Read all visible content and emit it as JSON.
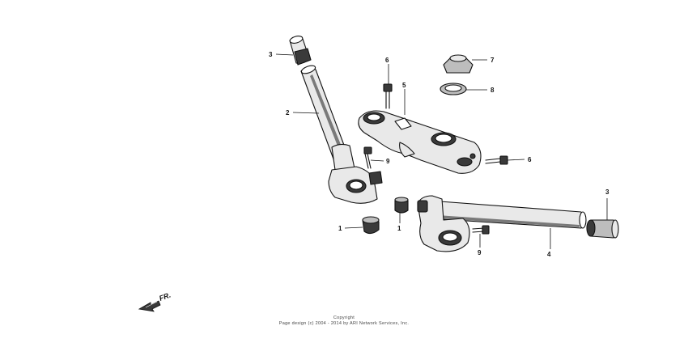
{
  "diagram": {
    "callouts": {
      "c1_left": "1",
      "c1_right": "1",
      "c2": "2",
      "c3_top": "3",
      "c3_right": "3",
      "c4": "4",
      "c5": "5",
      "c6_top": "6",
      "c6_right": "6",
      "c7": "7",
      "c8": "8",
      "c9_mid": "9",
      "c9_bottom": "9"
    },
    "direction_label": "FR.",
    "copyright_line1": "Copyright",
    "copyright_line2": "Page design (c) 2004 - 2014 by ARI Network Services, Inc."
  }
}
